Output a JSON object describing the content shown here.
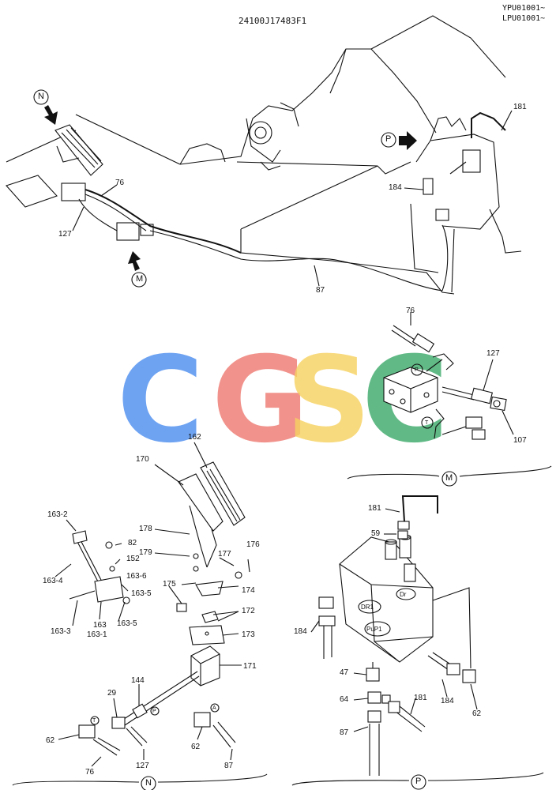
{
  "header": {
    "drawing_number": "24100J17483F1",
    "serial_range_1": "YPU01001~",
    "serial_range_2": "LPU01001~"
  },
  "watermark": {
    "letters": [
      "C",
      "G",
      "S",
      "C"
    ],
    "colors": [
      "#4f8ff0",
      "#ee7c74",
      "#f7d262",
      "#3fac6c"
    ]
  },
  "view_markers": {
    "n": "N",
    "m": "M",
    "p": "P"
  },
  "overview_labels": {
    "l76": "76",
    "l127": "127",
    "l87": "87",
    "l181": "181",
    "l184": "184"
  },
  "detail_m": {
    "l76": "76",
    "l127": "127",
    "l107": "107",
    "port_p": "P",
    "port_t": "T"
  },
  "detail_n": {
    "l162": "162",
    "l170": "170",
    "l163_2": "163-2",
    "l82": "82",
    "l178": "178",
    "l152": "152",
    "l179": "179",
    "l177": "177",
    "l176": "176",
    "l163_6": "163-6",
    "l163_4": "163-4",
    "l163_5a": "163-5",
    "l175": "175",
    "l174": "174",
    "l172": "172",
    "l163_3": "163-3",
    "l163": "163",
    "l163_1": "163-1",
    "l163_5b": "163-5",
    "l173": "173",
    "l171": "171",
    "l144": "144",
    "l29": "29",
    "l62a": "62",
    "l62b": "62",
    "l76": "76",
    "l127": "127",
    "l87": "87",
    "port_t": "T",
    "port_p": "P",
    "port_a": "A"
  },
  "detail_p": {
    "l181a": "181",
    "l59": "59",
    "l184a": "184",
    "l47": "47",
    "l64": "64",
    "l87": "87",
    "l181b": "181",
    "l184b": "184",
    "l62": "62",
    "port_dr": "Dr",
    "port_dr1": "DR1",
    "port_pup1": "PuP1"
  }
}
